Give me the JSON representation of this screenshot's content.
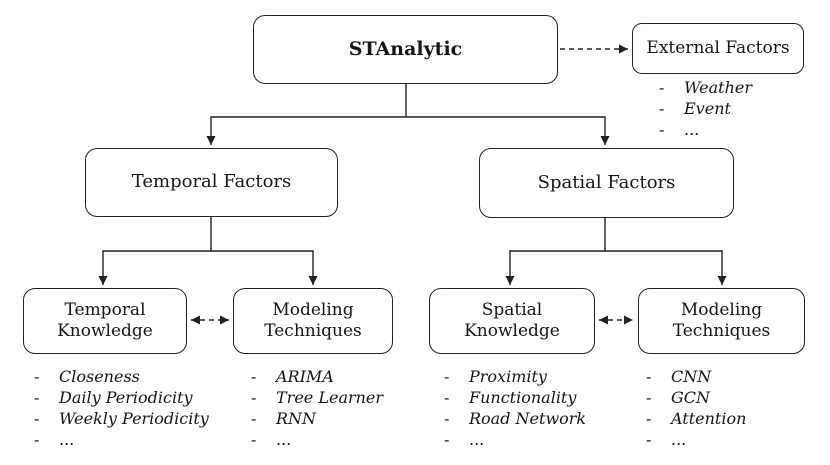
{
  "diagram": {
    "bullet": "-",
    "root": {
      "label": "STAnalytic"
    },
    "external": {
      "label": "External Factors",
      "items": [
        "Weather",
        "Event",
        "..."
      ]
    },
    "temporal": {
      "label": "Temporal Factors",
      "knowledge": {
        "label": "Temporal Knowledge",
        "items": [
          "Closeness",
          "Daily Periodicity",
          "Weekly Periodicity",
          "..."
        ]
      },
      "modeling": {
        "label": "Modeling Techniques",
        "items": [
          "ARIMA",
          "Tree Learner",
          "RNN",
          "..."
        ]
      }
    },
    "spatial": {
      "label": "Spatial Factors",
      "knowledge": {
        "label": "Spatial Knowledge",
        "items": [
          "Proximity",
          "Functionality",
          "Road Network",
          "..."
        ]
      },
      "modeling": {
        "label": "Modeling Techniques",
        "items": [
          "CNN",
          "GCN",
          "Attention",
          "..."
        ]
      }
    },
    "colors": {
      "line": "#222222",
      "text": "#161616",
      "background": "#ffffff"
    }
  }
}
